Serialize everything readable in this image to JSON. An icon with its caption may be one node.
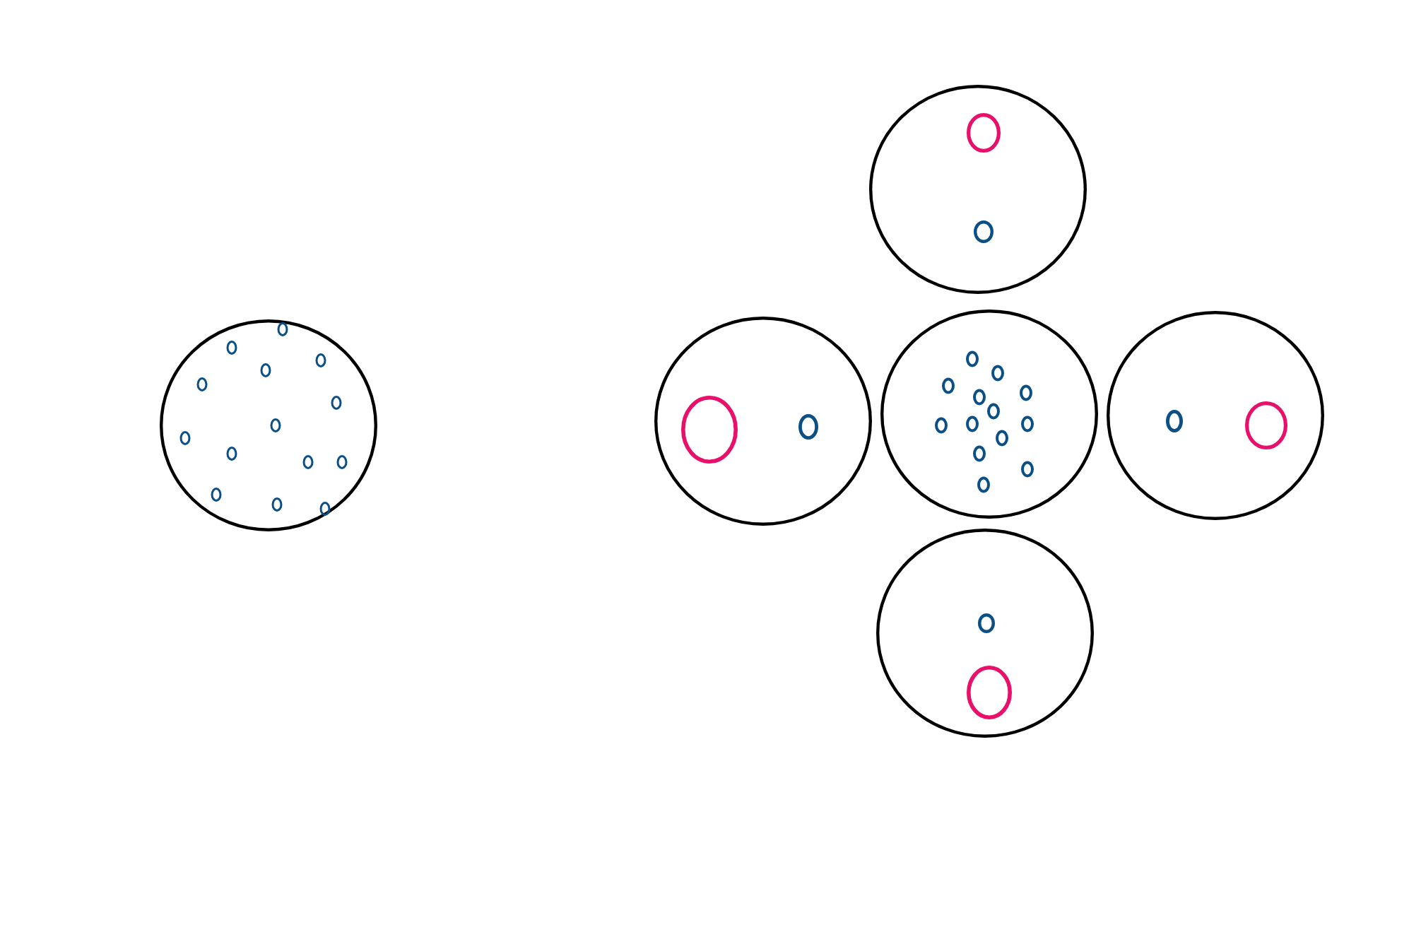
{
  "diagram": {
    "nodes": [
      {
        "text": [],
        "shape": "circle"
      },
      {
        "text": [],
        "shape": "circle"
      },
      {
        "text": [],
        "shape": "circle"
      },
      {
        "text": [],
        "shape": "circle"
      },
      {
        "text": [],
        "shape": "circle"
      },
      {
        "text": [],
        "shape": "circle"
      },
      {
        "text": [],
        "shape": "circle",
        "in": 0
      },
      {
        "text": [],
        "shape": "circle",
        "in": 0
      },
      {
        "text": [],
        "shape": "circle",
        "in": 2
      },
      {
        "text": [],
        "shape": "circle",
        "in": 2
      },
      {
        "text": [],
        "shape": "circle",
        "in": 4
      },
      {
        "text": [],
        "shape": "circle",
        "in": 4
      },
      {
        "text": [],
        "shape": "circle",
        "in": 5
      },
      {
        "text": [],
        "shape": "circle",
        "in": 5
      }
    ],
    "edges": []
  }
}
